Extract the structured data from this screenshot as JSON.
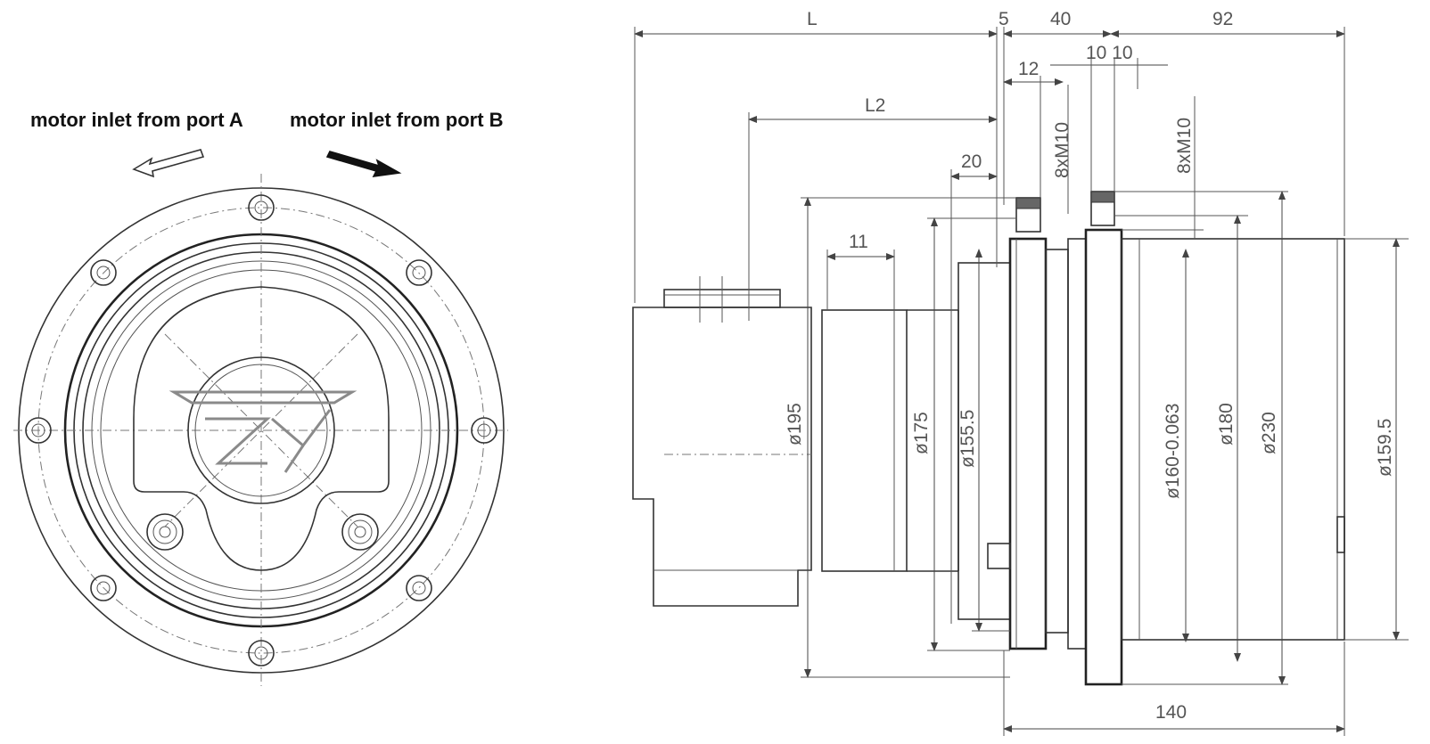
{
  "labels": {
    "port_a": "motor inlet from port A",
    "port_b": "motor inlet from port B"
  },
  "dimensions": {
    "L": "L",
    "L2": "L2",
    "d5": "5",
    "d40": "40",
    "d92": "92",
    "d12": "12",
    "d10_10": "10 10",
    "d20": "20",
    "d11": "11",
    "d140": "140",
    "thread_left": "8xM10",
    "thread_right": "8xM10",
    "dia_195": "ø195",
    "dia_175": "ø175",
    "dia_155_5": "ø155.5",
    "dia_160": "ø160-0.063",
    "dia_180": "ø180",
    "dia_230": "ø230",
    "dia_159_5": "ø159.5"
  },
  "colors": {
    "line": "#333333",
    "text": "#555555",
    "label": "#111111"
  }
}
